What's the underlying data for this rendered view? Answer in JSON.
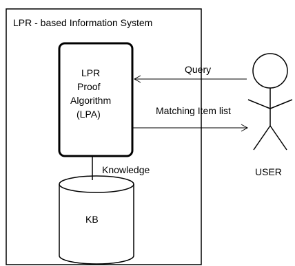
{
  "system": {
    "title": "LPR - based Information System"
  },
  "algorithm_box": {
    "lines": [
      "LPR",
      "Proof",
      "Algorithm",
      "(LPA)"
    ]
  },
  "knowledge_base": {
    "label": "KB",
    "connector_label": "Knowledge"
  },
  "arrows": {
    "query_label": "Query",
    "results_label": "Matching Item list"
  },
  "user": {
    "label": "USER"
  }
}
